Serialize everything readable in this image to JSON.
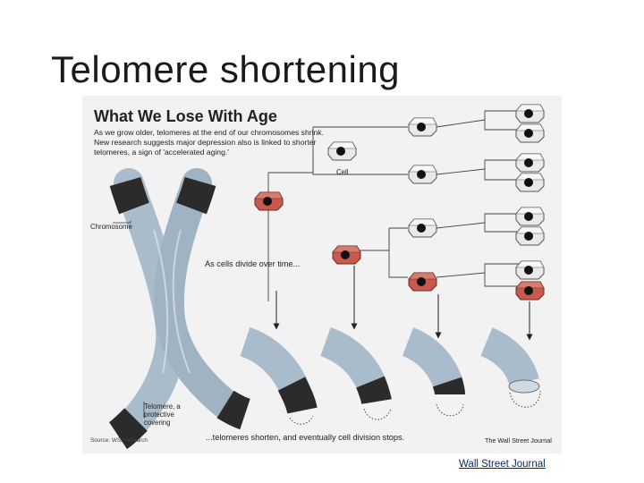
{
  "slide": {
    "title": "Telomere shortening"
  },
  "figure": {
    "title": "What We Lose With Age",
    "description": "As we grow older, telomeres at the end of our chromosomes shrink. New research suggests major depression also is linked to shorter telomeres, a sign of 'accelerated aging.'",
    "label_cell": "Cell",
    "label_chromosome": "Chromosome",
    "label_telomere": "Telomere, a protective covering",
    "caption_divide": "As cells divide over time...",
    "caption_shorten": "...telomeres shorten, and eventually cell division stops.",
    "source": "Source: WSJ research",
    "credit": "The Wall Street Journal",
    "colors": {
      "cell_white": "#e8e8e8",
      "cell_red": "#c9574b",
      "chromosome": "#a9bccb",
      "telomere": "#2b2b2b"
    }
  },
  "link": {
    "text": "Wall Street Journal"
  }
}
